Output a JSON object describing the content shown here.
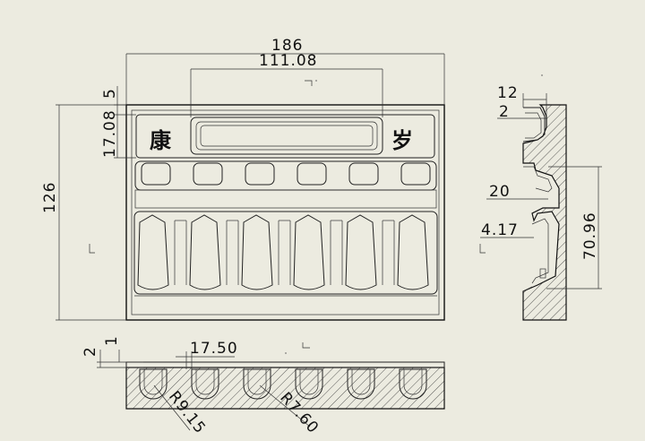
{
  "drawing": {
    "background": "#ecebe0",
    "line_color": "#222222",
    "dimensions": {
      "overall_width": "186",
      "label_width": "111.08",
      "overall_height": "126",
      "top_offset": "5",
      "label_height": "17.08",
      "side_thickness": "12",
      "side_step": "2",
      "side_rib": "20",
      "side_depth": "4.17",
      "side_span": "70.96",
      "bottom_offset_2": "2",
      "bottom_offset_1": "1",
      "pocket_pitch": "17.50",
      "radius_large": "R9.15",
      "radius_small": "R7.60"
    },
    "label_chars": {
      "left": "康",
      "right": "岁"
    }
  }
}
